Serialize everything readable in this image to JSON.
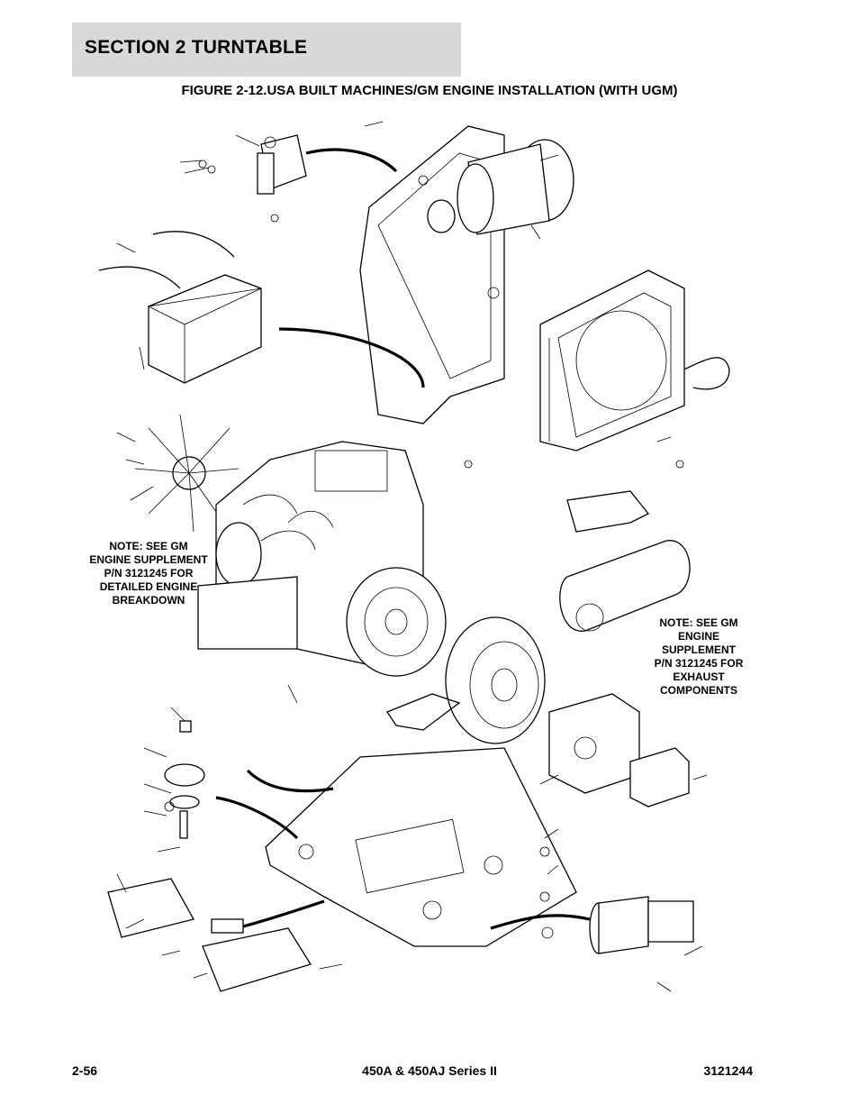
{
  "header": {
    "section_title": "SECTION 2   TURNTABLE"
  },
  "figure": {
    "title": "FIGURE 2-12.USA BUILT MACHINES/GM ENGINE INSTALLATION (WITH UGM)"
  },
  "notes": {
    "engine": [
      "NOTE: SEE GM",
      "ENGINE SUPPLEMENT",
      "P/N 3121245 FOR",
      "DETAILED ENGINE",
      "BREAKDOWN"
    ],
    "exhaust": [
      "NOTE: SEE GM",
      "ENGINE",
      "SUPPLEMENT",
      "P/N 3121245 FOR",
      "EXHAUST",
      "COMPONENTS"
    ]
  },
  "footer": {
    "page_number": "2-56",
    "model": "450A & 450AJ Series II",
    "doc_number": "3121244"
  }
}
